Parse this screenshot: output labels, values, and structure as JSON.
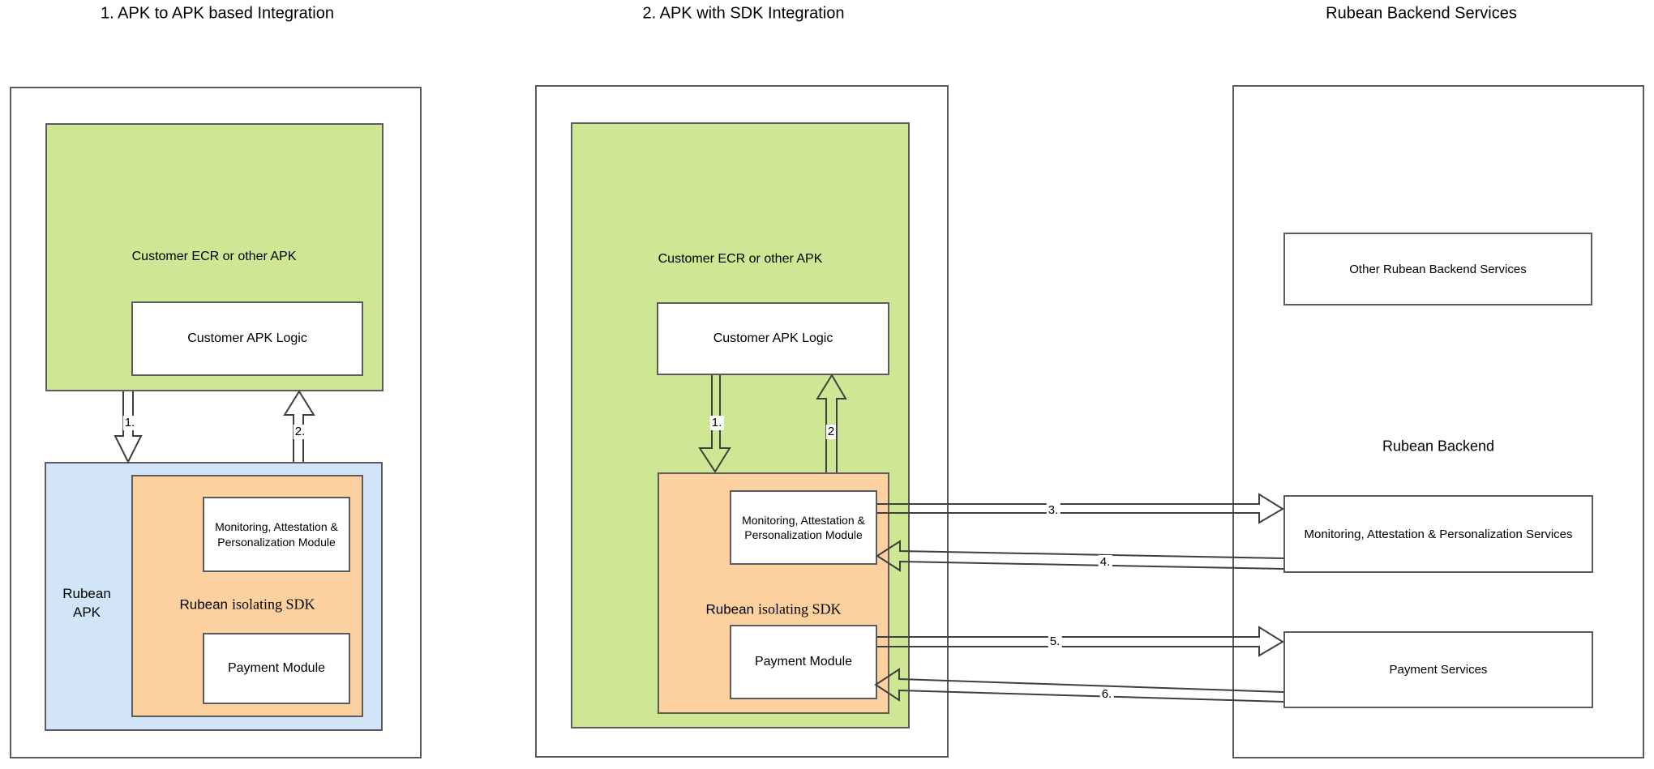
{
  "titles": {
    "section1": "1. APK to APK based Integration",
    "section2": "2. APK with SDK Integration",
    "section3": "Rubean Backend Services"
  },
  "apk_integration": {
    "customer_ecr": "Customer ECR or other APK",
    "customer_apk_logic": "Customer APK Logic",
    "rubean_apk": "Rubean APK",
    "sdk_brand": "Rubean",
    "sdk_rest": "isolating SDK",
    "monitoring_module": "Monitoring, Attestation & Personalization Module",
    "payment_module": "Payment Module",
    "step1": "1.",
    "step2": "2."
  },
  "sdk_integration": {
    "customer_ecr": "Customer ECR or other APK",
    "customer_apk_logic": "Customer APK Logic",
    "sdk_brand": "Rubean",
    "sdk_rest": "isolating SDK",
    "monitoring_module": "Monitoring, Attestation & Personalization Module",
    "payment_module": "Payment Module",
    "step1": "1.",
    "step2": "2"
  },
  "backend": {
    "other_services": "Other Rubean Backend Services",
    "label": "Rubean Backend",
    "monitoring_services": "Monitoring, Attestation & Personalization Services",
    "payment_services": "Payment Services",
    "step3": "3.",
    "step4": "4.",
    "step5": "5.",
    "step6": "6."
  },
  "colors": {
    "green": "#cde795",
    "blue": "#d2e5f8",
    "orange": "#fcd09f",
    "border": "#5c5c5c",
    "arrow": "#3f3f3f"
  }
}
